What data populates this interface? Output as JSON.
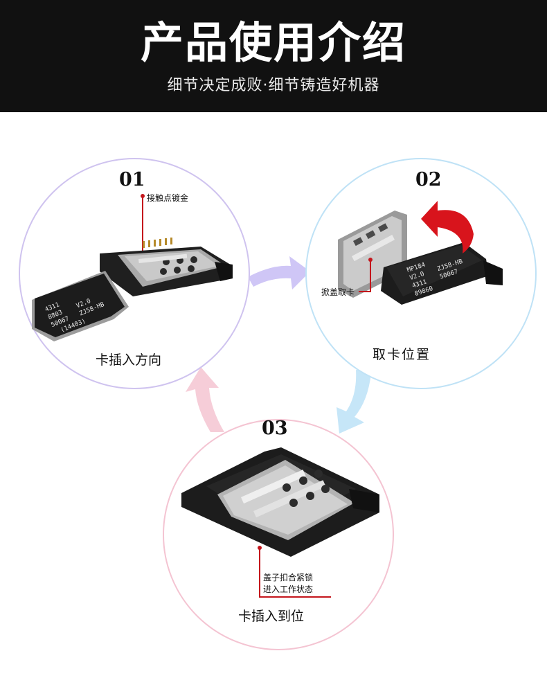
{
  "header": {
    "title": "产品使用介绍",
    "subtitle": "细节决定成败·细节铸造好机器"
  },
  "steps": [
    {
      "number": "01",
      "caption": "卡插入方向",
      "annotation": "接触点镀金"
    },
    {
      "number": "02",
      "caption": "取卡位置",
      "annotation": "掀盖取卡"
    },
    {
      "number": "03",
      "caption": "卡插入到位",
      "annotation_line1": "盖子扣合紧锁",
      "annotation_line2": "进入工作状态"
    }
  ],
  "sim_card": {
    "lines": [
      "89860",
      "MP184",
      "V2.0",
      "ZJ58-HB",
      "4311",
      "8803",
      "50067",
      "(14403)"
    ]
  },
  "colors": {
    "header_bg": "#111111",
    "circle1_border": "#cfc3ef",
    "circle2_border": "#bfe2f6",
    "circle3_border": "#f4c4d2",
    "arrow_purple": "#cfc6f6",
    "arrow_blue": "#c6e6f8",
    "arrow_pink": "#f6cdd8",
    "annotation_red": "#c4161c"
  }
}
